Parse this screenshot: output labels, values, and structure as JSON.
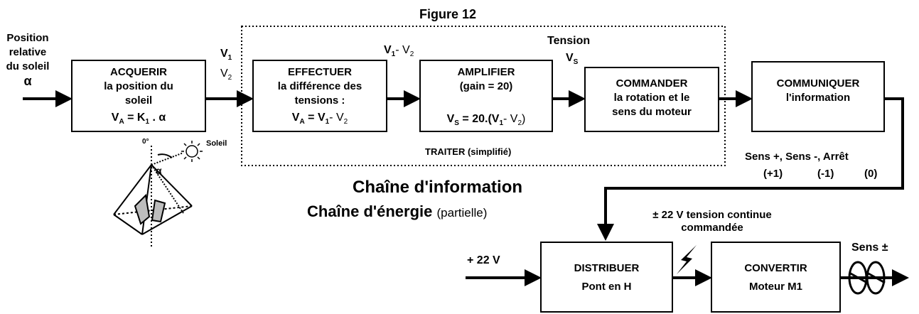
{
  "figure_title": "Figure 12",
  "input_label": [
    "Position",
    "relative",
    "du soleil",
    "α"
  ],
  "v_labels": {
    "v1_a": "V",
    "v1_a_sub": "1",
    "v2_a": "V",
    "v2_a_sub": "2",
    "diff_v1": "V",
    "diff_v1_sub": "1",
    "diff_dash": "- V",
    "diff_v2_sub": "2"
  },
  "tension_label": [
    "Tension",
    "V"
  ],
  "tension_sub": "S",
  "blocks": {
    "acquerir": {
      "line1": "ACQUERIR",
      "line2": "la position du",
      "line3": "soleil",
      "formula": "V",
      "formula_sub": "A",
      "formula_rest": " = K",
      "formula_k_sub": "1",
      "formula_end": " . α"
    },
    "effectuer": {
      "line1": "EFFECTUER",
      "line2": "la différence des",
      "line3": "tensions :",
      "formula": "V",
      "formula_sub": "A",
      "formula_mid": " = V",
      "formula_sub2": "1",
      "formula_end": "- V",
      "formula_sub3": "2"
    },
    "amplifier": {
      "line1": "AMPLIFIER",
      "line2": "(gain = 20)",
      "formula": "V",
      "formula_sub": "S",
      "formula_mid": " = 20.(V",
      "formula_sub2": "1",
      "formula_end": "- V",
      "formula_sub3": "2",
      "formula_close": ")"
    },
    "commander": {
      "line1": "COMMANDER",
      "line2": "la rotation et le",
      "line3": "sens du moteur"
    },
    "communiquer": {
      "line1": "COMMUNIQUER",
      "line2": "l'information"
    },
    "distribuer": {
      "line1": "DISTRIBUER",
      "line2": "Pont en H"
    },
    "convertir": {
      "line1": "CONVERTIR",
      "line2": "Moteur M1"
    }
  },
  "traiter_label": "TRAITER (simplifié)",
  "sens_labels": [
    "Sens +, Sens -, Arrêt",
    "(+1)",
    "(-1)",
    "(0)"
  ],
  "chain_info": "Chaîne d'information",
  "chain_energy": "Chaîne d'énergie",
  "chain_energy_suffix": "(partielle)",
  "tension_continue": [
    "± 22 V tension continue",
    "commandée"
  ],
  "plus22": "+ 22 V",
  "sens_pm": "Sens ±",
  "sketch": {
    "zero": "0°",
    "alpha": "α",
    "soleil": "Soleil"
  }
}
